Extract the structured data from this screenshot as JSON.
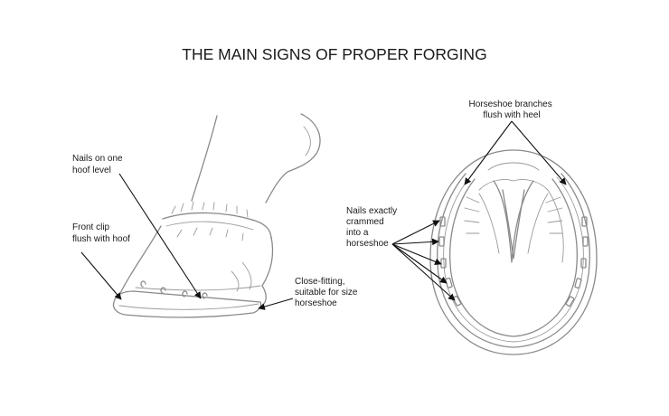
{
  "title": "THE MAIN SIGNS OF PROPER FORGING",
  "labels": {
    "nails_level": [
      "Nails on one",
      "hoof level"
    ],
    "front_clip": [
      "Front clip",
      "flush with hoof"
    ],
    "close_fitting": [
      "Close-fitting,",
      "suitable for size",
      "horseshoe"
    ],
    "branches": [
      "Horseshoe branches",
      "flush with heel"
    ],
    "nails_crammed": [
      "Nails exactly",
      "crammed",
      "into a",
      "horseshoe"
    ]
  },
  "colors": {
    "line_art": "#8a8a8a",
    "text": "#1a1a1a",
    "leader": "#111111"
  }
}
